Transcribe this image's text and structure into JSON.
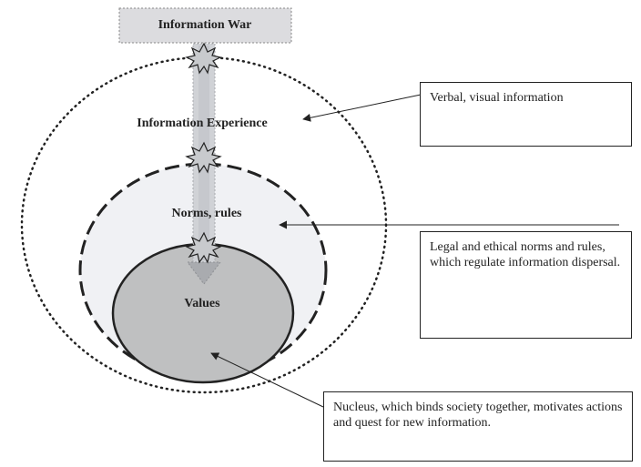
{
  "diagram": {
    "title": "Information War",
    "layers": {
      "outer": "Information Experience",
      "middle": "Norms, rules",
      "core": "Values"
    },
    "callouts": {
      "verbal": "Verbal, visual information",
      "legal": "Legal and ethical norms and rules, which regulate information dispersal.",
      "nucleus": "Nucleus, which binds society together, motivates actions and quest for new information."
    }
  },
  "colors": {
    "middle_fill": "#f0f1f4",
    "core_fill": "#bfc0c1",
    "arrow_fill": "#d0d2d6",
    "title_fill": "#dcdcdf"
  }
}
